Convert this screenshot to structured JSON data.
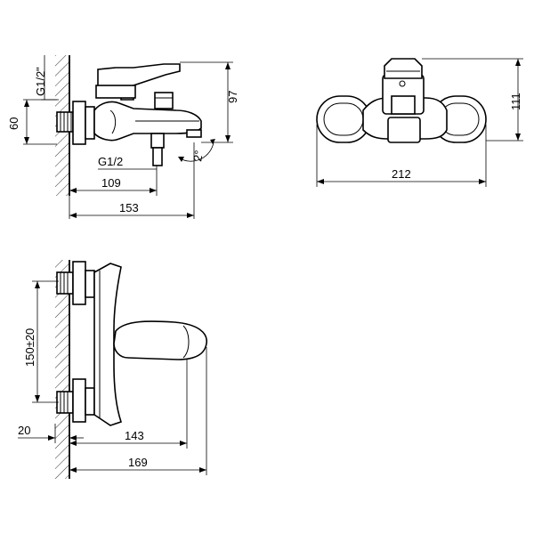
{
  "dimensions": {
    "top_view": {
      "thread_top": "G1/2\"",
      "height_97": "97",
      "height_60": "60",
      "thread_bottom": "G1/2",
      "depth_109": "109",
      "depth_153": "153",
      "angle": "2°"
    },
    "front_view": {
      "height_111": "111",
      "width_212": "212"
    },
    "side_view": {
      "spacing": "150±20",
      "offset_20": "20",
      "depth_143": "143",
      "depth_169": "169"
    }
  }
}
